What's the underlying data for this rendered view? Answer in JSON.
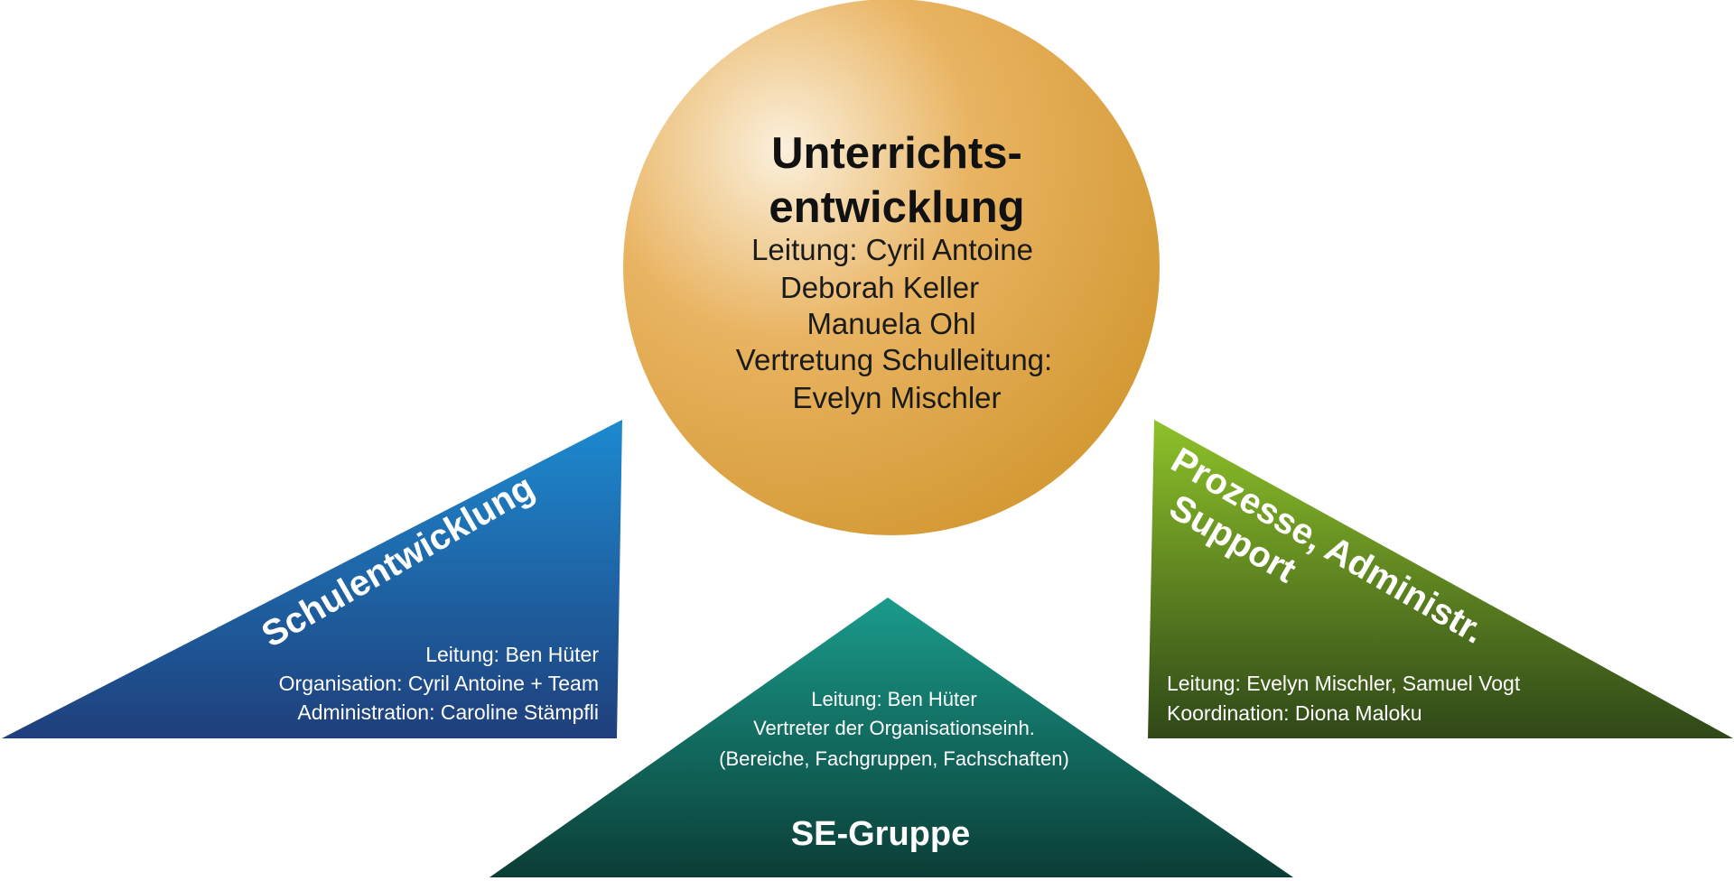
{
  "colors": {
    "circle_light": "#fbf0dc",
    "circle_mid": "#e9b462",
    "circle_dark": "#d49a35",
    "blue_top": "#1d8ad0",
    "blue_bottom": "#1f3f7b",
    "teal_top": "#1a9b8b",
    "teal_bottom": "#0b3d36",
    "green_top": "#8ec229",
    "green_bottom": "#2f4718"
  },
  "center": {
    "title_line1": "Unterrichts-",
    "title_line2": "entwicklung",
    "lines": [
      "Leitung: Cyril Antoine",
      "Deborah Keller",
      "Manuela Ohl",
      "Vertretung Schulleitung:",
      "Evelyn Mischler"
    ]
  },
  "left": {
    "title": "Schulentwicklung",
    "lines": [
      "Leitung: Ben Hüter",
      "Organisation: Cyril Antoine + Team",
      "Administration: Caroline Stämpfli"
    ]
  },
  "bottom": {
    "title": "SE-Gruppe",
    "lines": [
      "Leitung: Ben Hüter",
      "Vertreter der Organisationseinh.",
      "(Bereiche, Fachgruppen, Fachschaften)"
    ]
  },
  "right": {
    "title_line1": "Prozesse, Administr.",
    "title_line2": "Support",
    "lines": [
      "Leitung: Evelyn Mischler, Samuel Vogt",
      "Koordination: Diona Maloku"
    ]
  }
}
